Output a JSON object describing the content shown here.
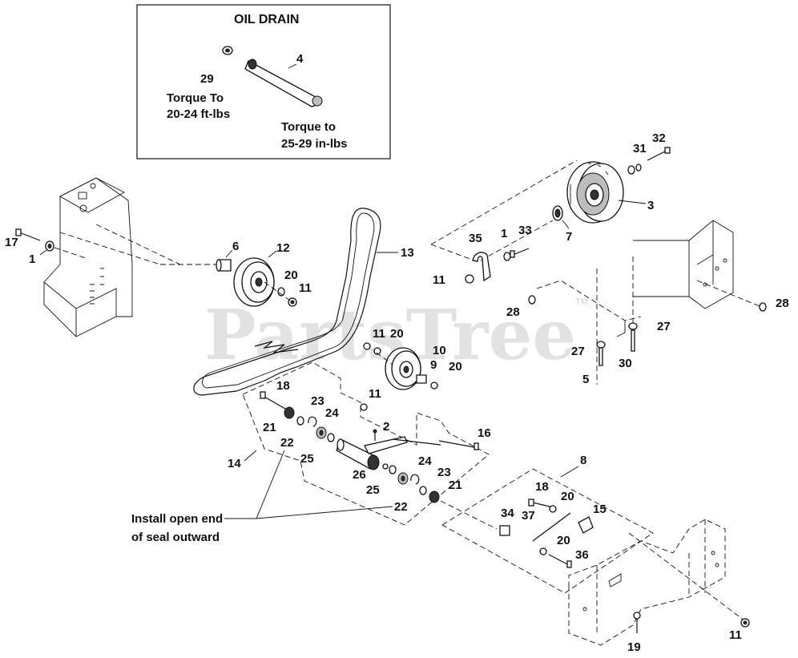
{
  "inset": {
    "title": "OIL DRAIN",
    "part_29": "29",
    "part_4": "4",
    "torque_29_line1": "Torque To",
    "torque_29_line2": "20-24 ft-lbs",
    "torque_4_line1": "Torque to",
    "torque_4_line2": "25-29 in-lbs"
  },
  "watermark": {
    "text": "PartsTree",
    "tm": "TM"
  },
  "note": {
    "line1": "Install open end",
    "line2": "of seal outward"
  },
  "callouts": {
    "c17": "17",
    "c1a": "1",
    "c6": "6",
    "c12": "12",
    "c20a": "20",
    "c11a": "11",
    "c13": "13",
    "c32": "32",
    "c31": "31",
    "c3": "3",
    "c7": "7",
    "c35": "35",
    "c1b": "1",
    "c33": "33",
    "c11b": "11",
    "c28a": "28",
    "c28b": "28",
    "c27a": "27",
    "c27b": "27",
    "c30": "30",
    "c5": "5",
    "c11c": "11",
    "c20b": "20",
    "c10": "10",
    "c9": "9",
    "c20c": "20",
    "c11d": "11",
    "c18a": "18",
    "c23a": "23",
    "c24a": "24",
    "c21a": "21",
    "c22a": "22",
    "c25a": "25",
    "c2": "2",
    "c16": "16",
    "c14": "14",
    "c26": "26",
    "c24b": "24",
    "c23b": "23",
    "c25b": "25",
    "c21b": "21",
    "c22b": "22",
    "c8": "8",
    "c18b": "18",
    "c20d": "20",
    "c15": "15",
    "c34": "34",
    "c37": "37",
    "c20e": "20",
    "c36": "36",
    "c19": "19",
    "c11e": "11"
  }
}
